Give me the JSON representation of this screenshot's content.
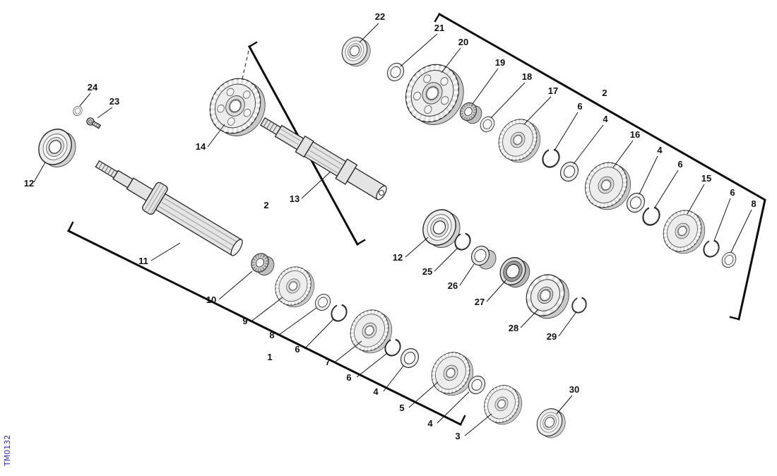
{
  "drawing_code": "TM0132",
  "colors": {
    "background": "#ffffff",
    "line": "#111111",
    "label_text": "#111111",
    "code_text": "#2e2eb8",
    "part_fill": "#e4e4e4"
  },
  "callouts": [
    "22",
    "21",
    "20",
    "19",
    "18",
    "17",
    "6",
    "4",
    "2",
    "16",
    "4",
    "6",
    "15",
    "6",
    "8",
    "24",
    "23",
    "12",
    "14",
    "2",
    "13",
    "11",
    "10",
    "9",
    "8",
    "6",
    "1",
    "7",
    "6",
    "4",
    "12",
    "25",
    "26",
    "27",
    "5",
    "4",
    "28",
    "29",
    "3",
    "30"
  ]
}
